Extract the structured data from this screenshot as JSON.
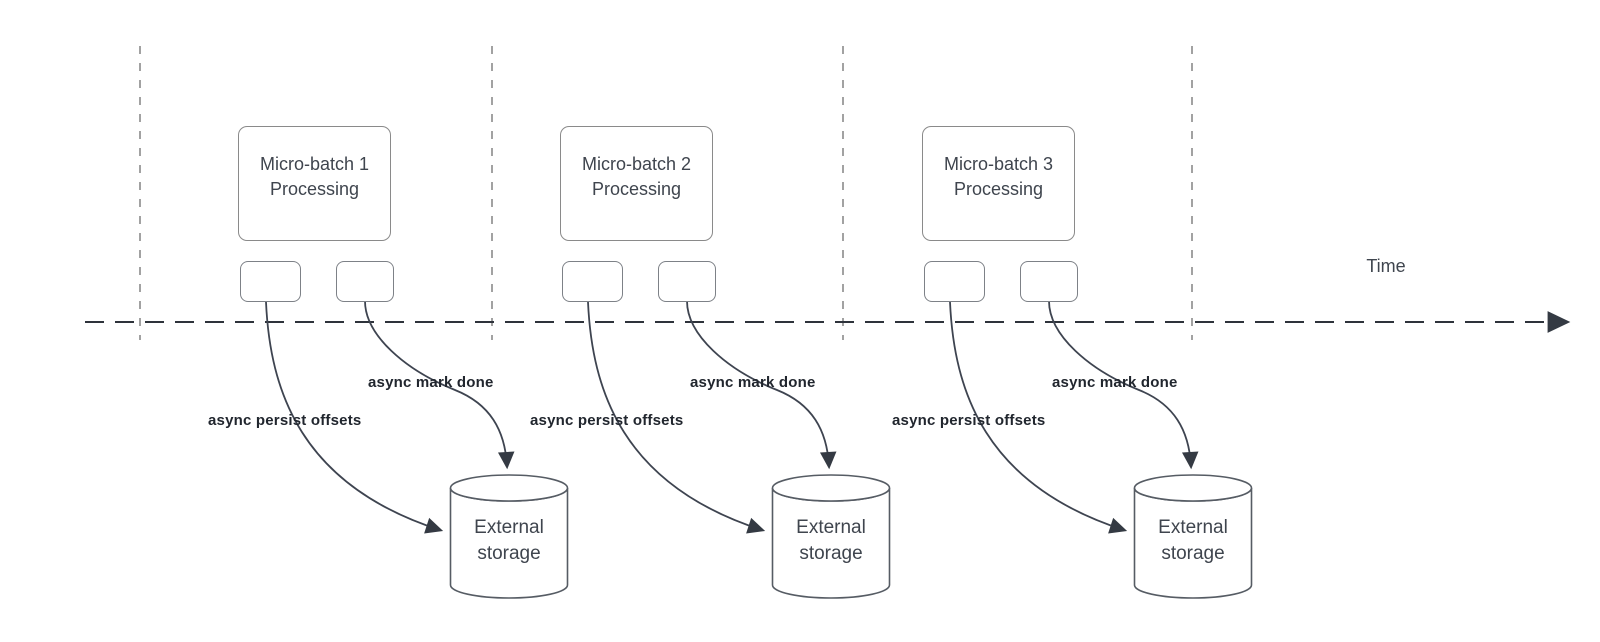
{
  "time_axis": {
    "label": "Time"
  },
  "batches": [
    {
      "box_line1": "Micro-batch 1",
      "box_line2": "Processing",
      "persist_label": "async persist offsets",
      "done_label": "async mark done",
      "storage_line1": "External",
      "storage_line2": "storage"
    },
    {
      "box_line1": "Micro-batch 2",
      "box_line2": "Processing",
      "persist_label": "async persist offsets",
      "done_label": "async mark done",
      "storage_line1": "External",
      "storage_line2": "storage"
    },
    {
      "box_line1": "Micro-batch 3",
      "box_line2": "Processing",
      "persist_label": "async persist offsets",
      "done_label": "async mark done",
      "storage_line1": "External",
      "storage_line2": "storage"
    }
  ],
  "colors": {
    "background": "#ffffff",
    "axis_line": "#2e333b",
    "guide_line": "#a2a2a2",
    "arrow_stroke": "#3e4450",
    "arrowhead_fill": "#343a43",
    "box_border": "#8a8a8a",
    "cylinder_border": "#565c64",
    "text": "#3f454e",
    "bold_label_text": "#21262e"
  }
}
